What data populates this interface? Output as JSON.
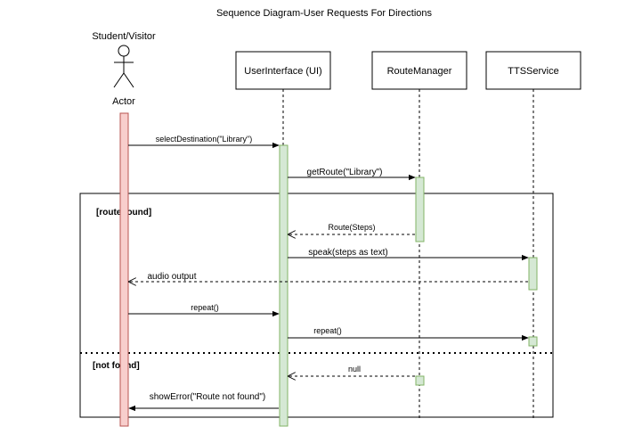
{
  "title": "Sequence Diagram-User Requests For Directions",
  "actor": {
    "role": "Student/Visitor",
    "name": "Actor"
  },
  "participants": {
    "ui": "UserInterface (UI)",
    "route": "RouteManager",
    "tts": "TTSService"
  },
  "fragment": {
    "guard1": "[route found]",
    "guard2": "[not found]"
  },
  "messages": {
    "select": "selectDestination(\"Library\")",
    "get_route": "getRoute(\"Library\")",
    "route_steps": "Route(Steps)",
    "speak": "speak(steps as text)",
    "audio": "audio output",
    "repeat_user": "repeat()",
    "repeat_ui": "repeat()",
    "null_reply": "null",
    "show_error": "showError(\"Route not found\")"
  },
  "colors": {
    "actor_activation_fill": "#f8cecc",
    "actor_activation_stroke": "#b85450",
    "activation_fill": "#d5e8d4",
    "activation_stroke": "#82b366"
  }
}
